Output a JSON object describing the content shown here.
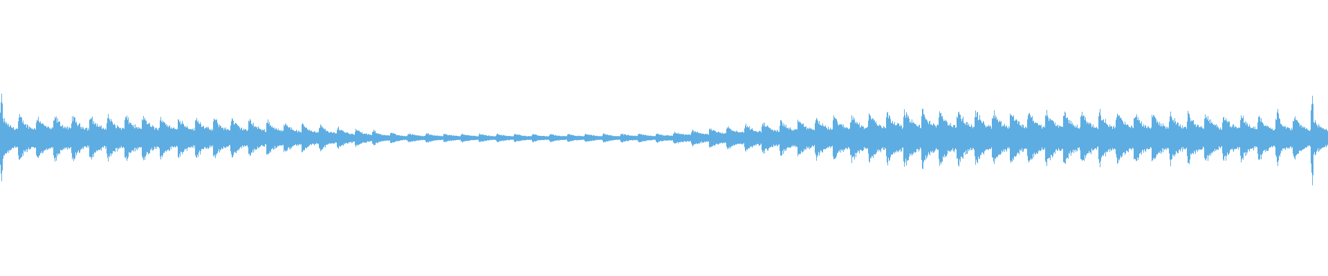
{
  "waveform": {
    "color": "#5dade2",
    "background": "#ffffff",
    "pulses": 75,
    "envelope": [
      [
        0.0,
        0.55
      ],
      [
        0.1,
        0.56
      ],
      [
        0.2,
        0.46
      ],
      [
        0.3,
        0.12
      ],
      [
        0.42,
        0.1
      ],
      [
        0.5,
        0.12
      ],
      [
        0.57,
        0.38
      ],
      [
        0.68,
        0.7
      ],
      [
        0.8,
        0.66
      ],
      [
        0.9,
        0.62
      ],
      [
        0.96,
        0.55
      ],
      [
        1.0,
        0.5
      ]
    ],
    "spikes": [
      {
        "position": 0.001,
        "amplitude": 0.95
      },
      {
        "position": 0.962,
        "amplitude": 0.68
      },
      {
        "position": 0.988,
        "amplitude": 1.0
      }
    ]
  }
}
